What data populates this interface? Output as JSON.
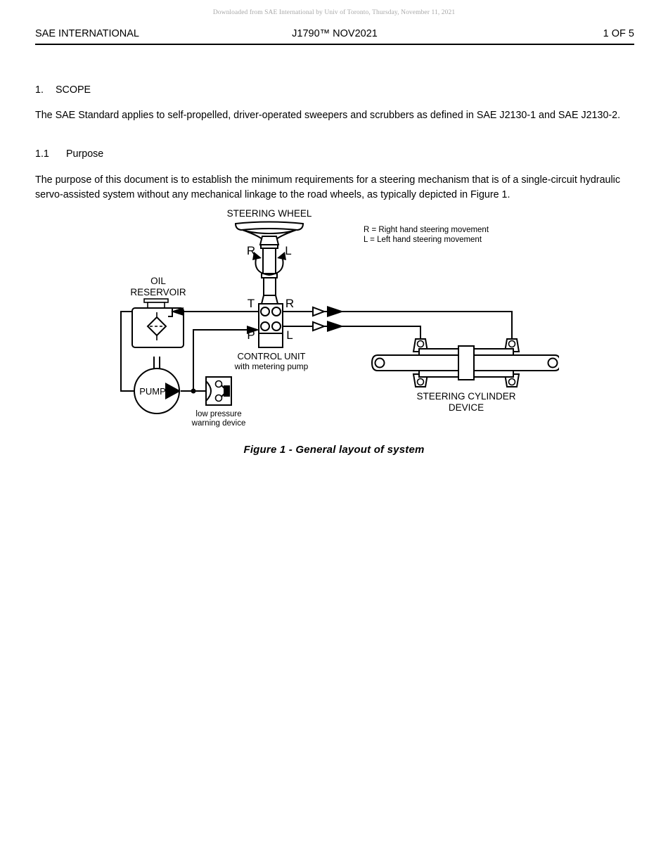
{
  "watermark": {
    "text": "Downloaded from SAE International by Univ of Toronto, Thursday, November 11, 2021"
  },
  "header": {
    "left": "SAE INTERNATIONAL",
    "center": "J1790™ NOV2021",
    "right": "1 OF 5"
  },
  "body": {
    "section1": {
      "number": "1.",
      "title": "SCOPE",
      "paragraph": "The SAE Standard applies to self-propelled, driver-operated sweepers and scrubbers as defined in SAE J2130-1 and SAE J2130-2."
    },
    "section11": {
      "number": "1.1",
      "title": "Purpose",
      "paragraph": "The purpose of this document is to establish the minimum requirements for a steering mechanism that is of a single-circuit hydraulic servo-assisted system without any mechanical linkage to the road wheels, as typically depicted in Figure 1."
    }
  },
  "figure": {
    "caption": "Figure 1 - General layout of system",
    "labels": {
      "steering_wheel": "STEERING WHEEL",
      "oil_reservoir_line1": "OIL",
      "oil_reservoir_line2": "RESERVOIR",
      "pump": "PUMP",
      "low_pressure_line1": "low pressure",
      "low_pressure_line2": "warning device",
      "control_unit_line1": "CONTROL UNIT",
      "control_unit_line2": "with metering pump",
      "steering_cylinder_line1": "STEERING CYLINDER",
      "steering_cylinder_line2": "DEVICE",
      "wheel_rotate_right": "R",
      "wheel_rotate_left": "L",
      "port_t": "T",
      "port_r": "R",
      "port_p": "P",
      "port_l": "L",
      "legend_r": "R = Right hand steering movement",
      "legend_l": "L = Left hand steering movement"
    },
    "colors": {
      "line": "#000000",
      "page": "#ffffff"
    }
  }
}
